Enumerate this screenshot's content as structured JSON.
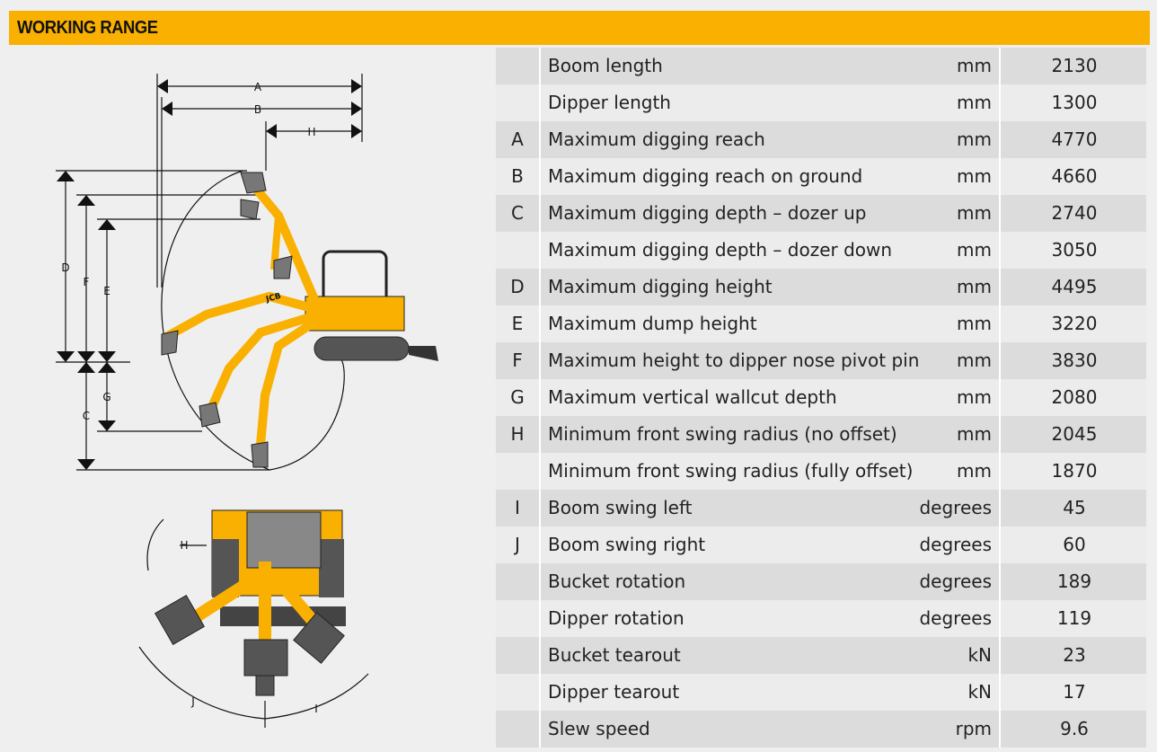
{
  "header": {
    "title": "WORKING RANGE"
  },
  "diagram": {
    "side_labels": [
      "A",
      "B",
      "H",
      "D",
      "F",
      "E",
      "G",
      "C"
    ],
    "top_labels": [
      "H",
      "J",
      "I"
    ],
    "brand": "JCB"
  },
  "colors": {
    "accent": "#f9b000",
    "row_dark": "#dcdcdc",
    "row_light": "#ececec"
  },
  "specs": [
    {
      "key": "",
      "label": "Boom length",
      "unit": "mm",
      "value": "2130"
    },
    {
      "key": "",
      "label": "Dipper length",
      "unit": "mm",
      "value": "1300"
    },
    {
      "key": "A",
      "label": "Maximum digging reach",
      "unit": "mm",
      "value": "4770"
    },
    {
      "key": "B",
      "label": "Maximum digging reach on ground",
      "unit": "mm",
      "value": "4660"
    },
    {
      "key": "C",
      "label": "Maximum digging depth – dozer up",
      "unit": "mm",
      "value": "2740"
    },
    {
      "key": "",
      "label": "Maximum digging depth – dozer down",
      "unit": "mm",
      "value": "3050"
    },
    {
      "key": "D",
      "label": "Maximum digging height",
      "unit": "mm",
      "value": "4495"
    },
    {
      "key": "E",
      "label": "Maximum dump height",
      "unit": "mm",
      "value": "3220"
    },
    {
      "key": "F",
      "label": "Maximum height to dipper nose pivot pin",
      "unit": "mm",
      "value": "3830"
    },
    {
      "key": "G",
      "label": "Maximum vertical wallcut depth",
      "unit": "mm",
      "value": "2080"
    },
    {
      "key": "H",
      "label": "Minimum front swing radius (no offset)",
      "unit": "mm",
      "value": "2045"
    },
    {
      "key": "",
      "label": "Minimum front swing radius (fully offset)",
      "unit": "mm",
      "value": "1870"
    },
    {
      "key": "I",
      "label": "Boom swing left",
      "unit": "degrees",
      "value": "45"
    },
    {
      "key": "J",
      "label": "Boom swing right",
      "unit": "degrees",
      "value": "60"
    },
    {
      "key": "",
      "label": "Bucket rotation",
      "unit": "degrees",
      "value": "189"
    },
    {
      "key": "",
      "label": "Dipper rotation",
      "unit": "degrees",
      "value": "119"
    },
    {
      "key": "",
      "label": "Bucket tearout",
      "unit": "kN",
      "value": "23"
    },
    {
      "key": "",
      "label": "Dipper tearout",
      "unit": "kN",
      "value": "17"
    },
    {
      "key": "",
      "label": "Slew speed",
      "unit": "rpm",
      "value": "9.6"
    }
  ]
}
